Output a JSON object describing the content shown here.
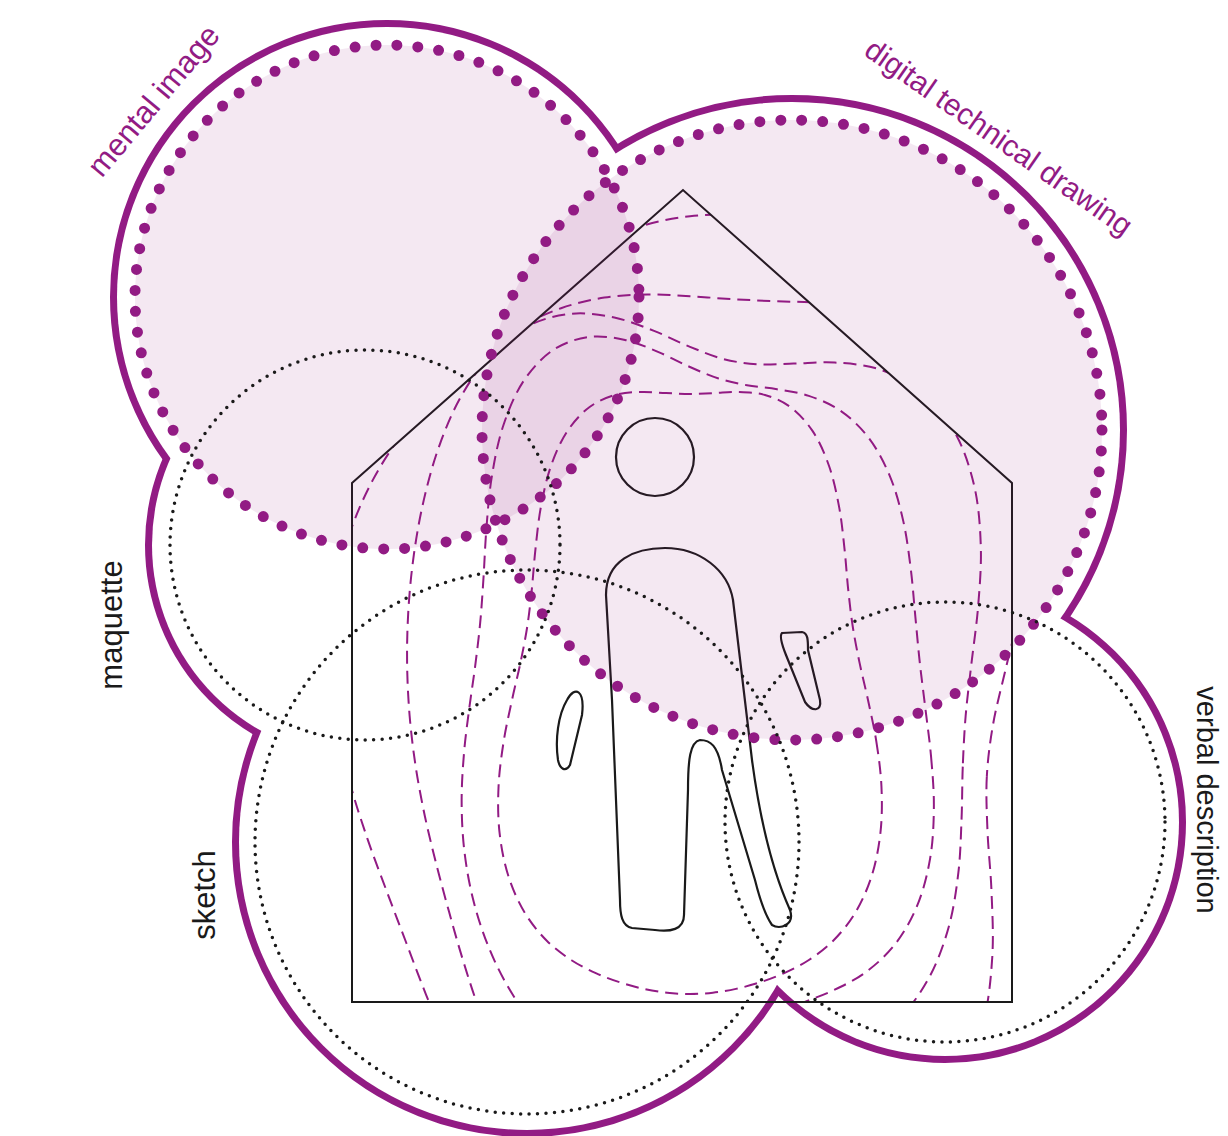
{
  "diagram": {
    "nodes": [
      {
        "text": [
          "mental image"
        ]
      },
      {
        "text": [
          "digital technical drawing"
        ]
      },
      {
        "text": [
          "maquette"
        ]
      },
      {
        "text": [
          "sketch"
        ]
      },
      {
        "text": [
          "verbal description"
        ]
      }
    ]
  }
}
